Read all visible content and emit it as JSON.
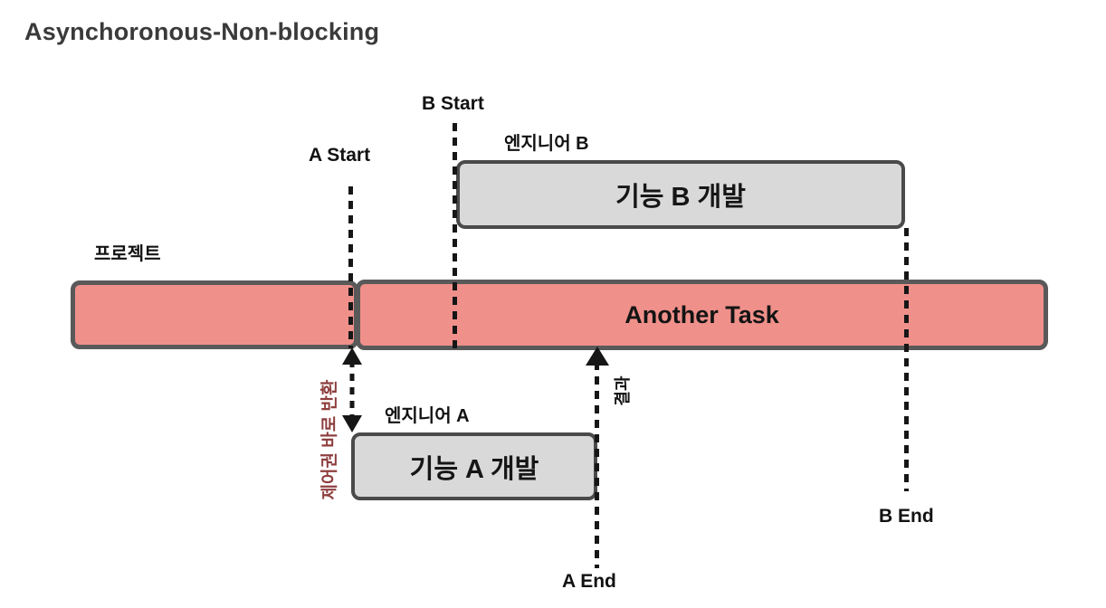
{
  "title": "Asynchoronous-Non-blocking",
  "timeline": {
    "a_start": "A Start",
    "b_start": "B Start",
    "a_end": "A End",
    "b_end": "B End"
  },
  "labels": {
    "project": "프로젝트",
    "engineer_a": "엔지니어 A",
    "engineer_b": "엔지니어 B",
    "control_return": "제어권 바로 반환",
    "result": "결과"
  },
  "boxes": {
    "feature_a": "기능 A 개발",
    "feature_b": "기능 B 개발",
    "another_task": "Another Task"
  },
  "icons": {
    "control_return_arrow": "double-headed-vertical-dashed-arrow",
    "result_arrow": "up-arrowhead"
  },
  "colors": {
    "title_text": "#3A3A3A",
    "task_bar_fill": "#F0908A",
    "task_bar_border": "#59595A",
    "feature_box_fill": "#D9D9D9",
    "feature_box_border": "#4A4A4B",
    "control_return_text": "#8E3E3E",
    "line": "#161616"
  }
}
